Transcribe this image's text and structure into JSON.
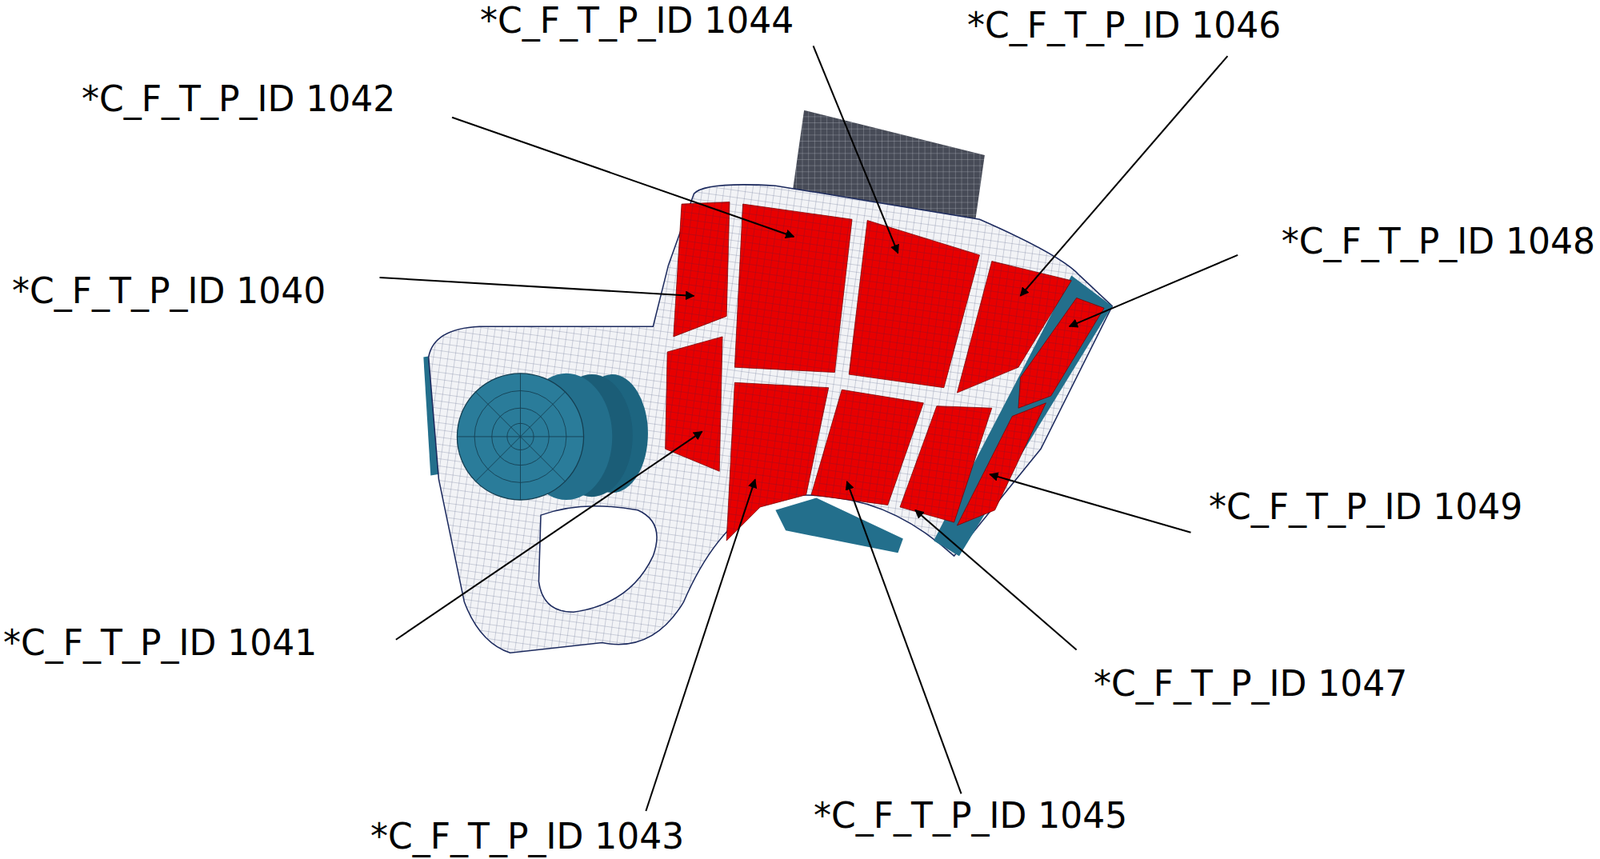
{
  "diagram": {
    "labels": [
      "*C_F_T_P_ID 1044",
      "*C_F_T_P_ID 1046",
      "*C_F_T_P_ID 1042",
      "*C_F_T_P_ID 1048",
      "*C_F_T_P_ID 1040",
      "*C_F_T_P_ID 1049",
      "*C_F_T_P_ID 1041",
      "*C_F_T_P_ID 1047",
      "*C_F_T_P_ID 1045",
      "*C_F_T_P_ID 1043"
    ]
  }
}
